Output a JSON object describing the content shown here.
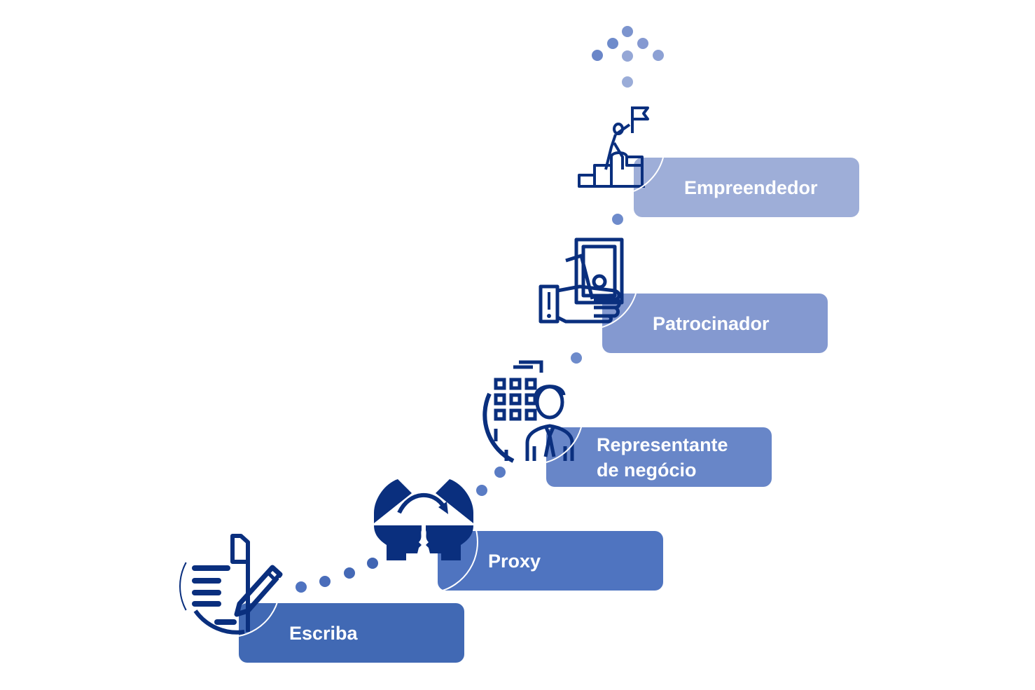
{
  "diagram": {
    "type": "staircase-progression",
    "direction": "bottom-left to top-right",
    "steps": [
      {
        "label": "Escriba",
        "icon": "document-pencil-icon",
        "color": "#4169B4"
      },
      {
        "label": "Proxy",
        "icon": "two-heads-exchange-icon",
        "color": "#4F74C0"
      },
      {
        "label": "Representante de negócio",
        "label_lines": [
          "Representante",
          "de negócio"
        ],
        "icon": "businessman-building-icon",
        "color": "#6886C8"
      },
      {
        "label": "Patrocinador",
        "icon": "hand-money-icon",
        "color": "#8499D0"
      },
      {
        "label": "Empreendedor",
        "icon": "climber-flag-icon",
        "color": "#9EAED8"
      }
    ],
    "icon_color": "#0A2F7E",
    "connector": "dotted-path",
    "top_symbol": "dotted-arrow-up-icon"
  }
}
